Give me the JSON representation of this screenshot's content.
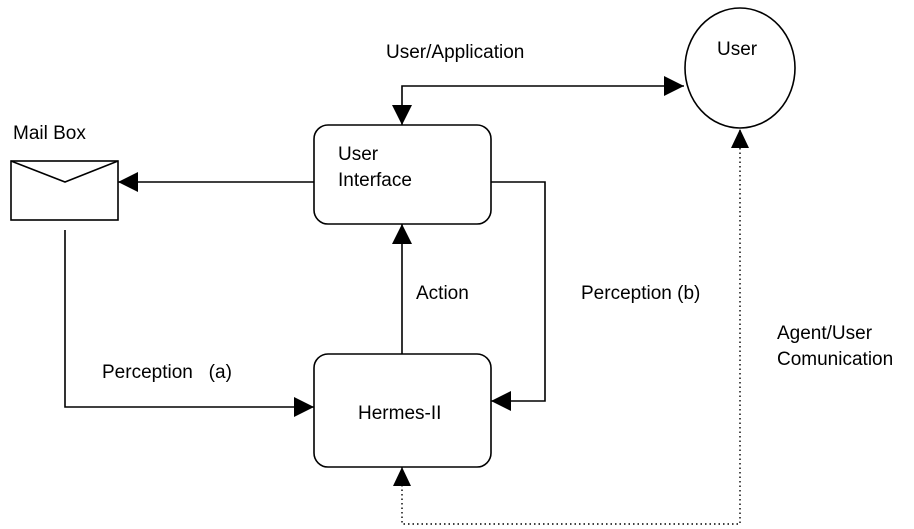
{
  "nodes": {
    "mailbox": {
      "label": "Mail Box"
    },
    "user_interface": {
      "label_line1": "User",
      "label_line2": "Interface"
    },
    "hermes": {
      "label": "Hermes-II"
    },
    "user": {
      "label": "User"
    }
  },
  "edges": {
    "user_application": {
      "label": "User/Application"
    },
    "action": {
      "label": "Action"
    },
    "perception_a": {
      "label": "Perception   (a)"
    },
    "perception_b": {
      "label": "Perception (b)"
    },
    "agent_user": {
      "label_line1": "Agent/User",
      "label_line2": "Comunication"
    }
  }
}
